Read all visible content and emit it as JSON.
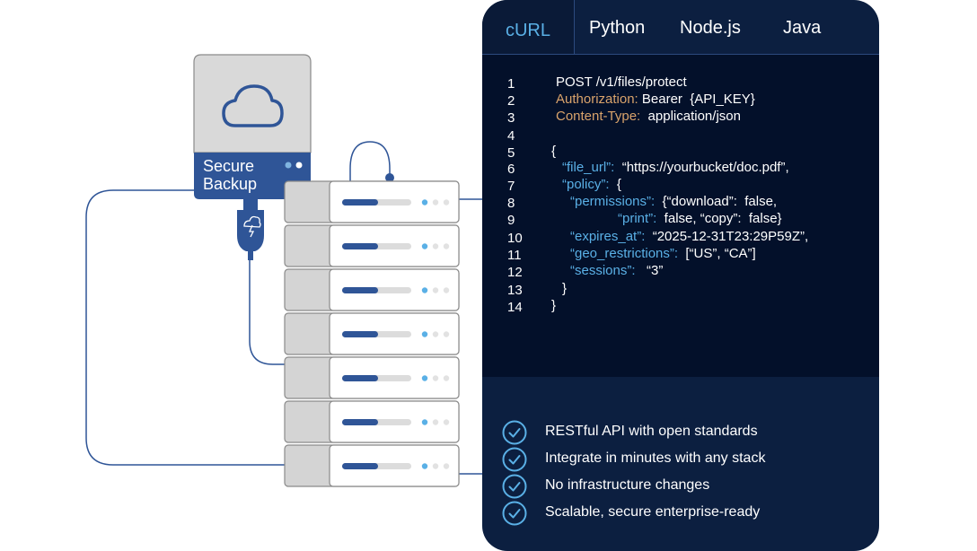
{
  "tabs": [
    "cURL",
    "Python",
    "Node.js",
    "Java"
  ],
  "backup": {
    "line1": "Secure",
    "line2": "Backup"
  },
  "code": {
    "l1": "POST /v1/files/protect",
    "l2_key": "Authorization:",
    "l2_val": " Bearer  {API_KEY}",
    "l3_key": "Content-Type:",
    "l3_val": "  application/json",
    "l5": "{",
    "l6_key": "“file_url”:",
    "l6_val": "  “https://yourbucket/doc.pdf”,",
    "l7_key": "“policy”:",
    "l7_val": "  {",
    "l8_key": "“permissions”:",
    "l8_val": "  {“download”:  false,",
    "l9_key": "“print”:",
    "l9_val": "  false, “copy”:  false}",
    "l10_key": "“expires_at”:",
    "l10_val": "  “2025-12-31T23:29P59Z”,",
    "l11_key": "“geo_restrictions”:",
    "l11_val": "  [“US”, “CA”]",
    "l12_key": "“sessions”:",
    "l12_val": "   “3”",
    "l13": "}",
    "l14": "}"
  },
  "features": [
    "RESTful API with open standards",
    "Integrate in minutes with any stack",
    "No infrastructure changes",
    "Scalable, secure enterprise-ready"
  ],
  "colors": {
    "card": "#0c1f40",
    "code_bg": "#03102a",
    "key": "#5ab0e6",
    "header_key": "#d9a36b",
    "server_bar": "#2f5597",
    "line": "#2f5597"
  }
}
